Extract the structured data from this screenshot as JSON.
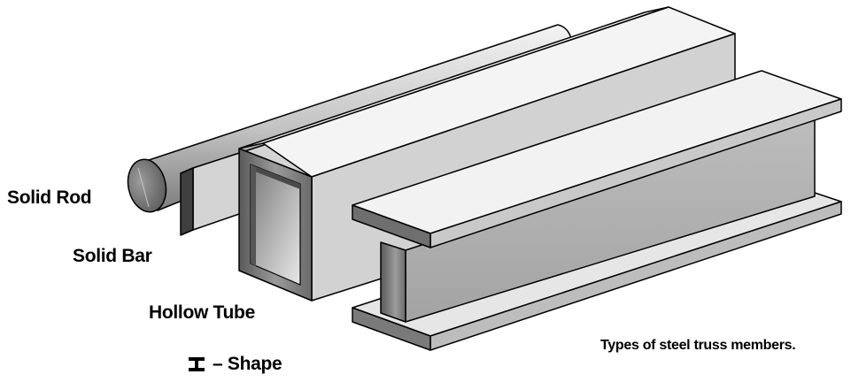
{
  "labels": {
    "solid_rod": "Solid Rod",
    "solid_bar": "Solid Bar",
    "hollow_tube": "Hollow Tube",
    "i_shape": "– Shape"
  },
  "caption": "Types of steel truss members.",
  "colors": {
    "outline": "#000000",
    "face_light": "#f2f2f2",
    "face_mid": "#d9d9d9",
    "face_dark": "#a6a6a6",
    "face_darker": "#6e6e6e"
  },
  "icons": {
    "i_shape_glyph": "i-beam-icon"
  }
}
